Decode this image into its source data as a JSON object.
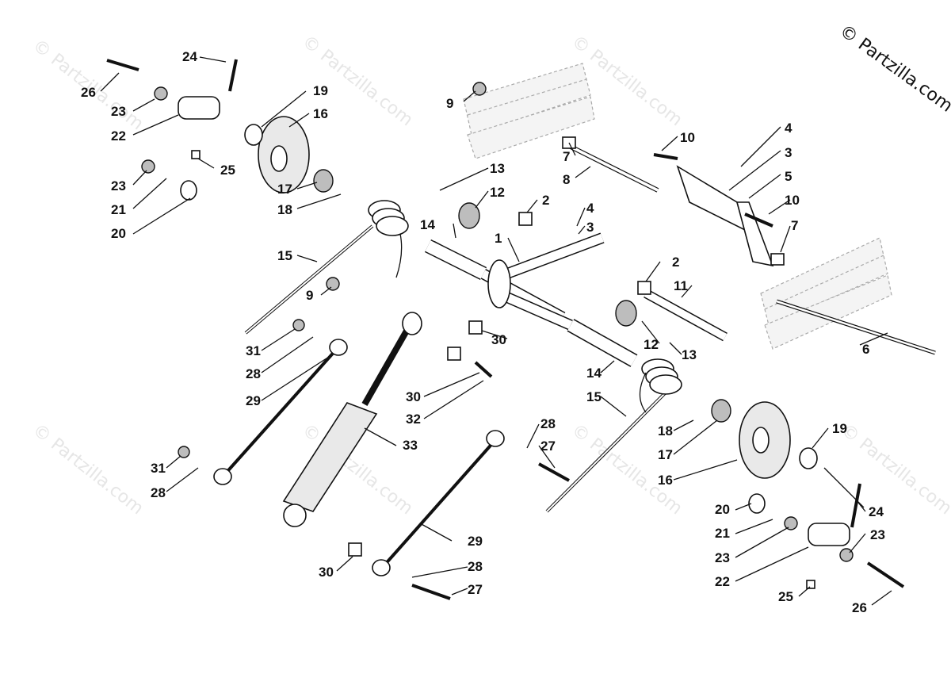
{
  "copyright": "© Partzilla.com",
  "watermark": "© Partzilla.com",
  "callouts": [
    "24",
    "26",
    "23",
    "22",
    "23",
    "21",
    "20",
    "25",
    "19",
    "16",
    "17",
    "18",
    "15",
    "14",
    "9",
    "13",
    "12",
    "1",
    "2",
    "4",
    "3",
    "7",
    "8",
    "10",
    "4",
    "3",
    "5",
    "10",
    "7",
    "2",
    "11",
    "6",
    "12",
    "13",
    "30",
    "14",
    "15",
    "9",
    "31",
    "28",
    "29",
    "30",
    "32",
    "33",
    "28",
    "27",
    "31",
    "28",
    "29",
    "30",
    "28",
    "27",
    "18",
    "17",
    "16",
    "19",
    "24",
    "20",
    "21",
    "23",
    "22",
    "23",
    "25",
    "26"
  ]
}
